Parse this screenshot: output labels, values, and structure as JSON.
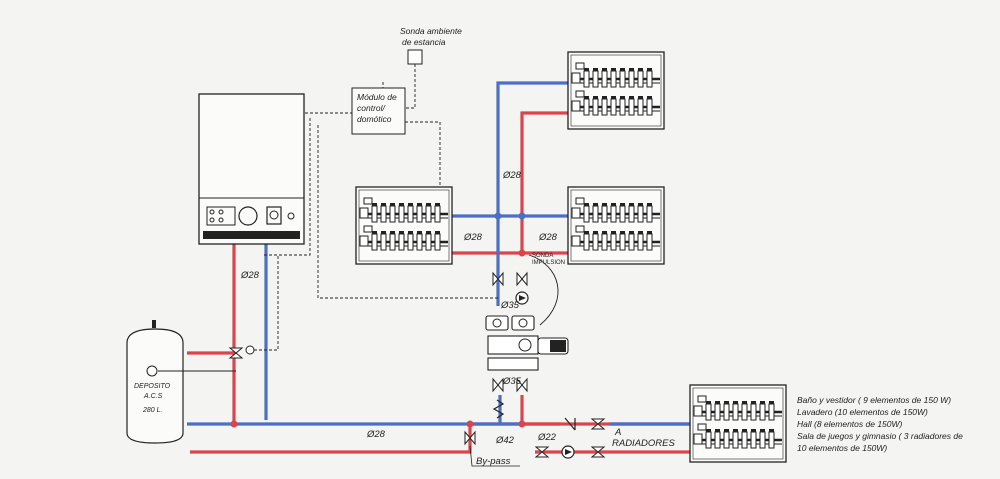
{
  "colors": {
    "supply": "#d9454b",
    "return": "#4a6fc4",
    "line": "#222222",
    "paper": "#f4f4f2"
  },
  "sensor": {
    "line1": "Sonda ambiente",
    "line2": "de estancia"
  },
  "control_module": {
    "line1": "Módulo de",
    "line2": "control/",
    "line3": "domótico"
  },
  "tank": {
    "line1": "DEPOSITO",
    "line2": "A.C.S",
    "line3": "280 L."
  },
  "pipe_labels": {
    "boiler_riser": "Ø28",
    "main_left": "Ø28",
    "upper_riser": "Ø28",
    "branch_left": "Ø28",
    "branch_right": "Ø28",
    "pump_upper": "Ø35",
    "pump_lower": "Ø35",
    "main_mid": "Ø42",
    "radiator_branch": "Ø22"
  },
  "bypass_label": "By-pass",
  "radiator_label": {
    "line1": "A",
    "line2": "RADIADORES"
  },
  "probe_label": {
    "line1": "SONDA",
    "line2": "IMPULSION"
  },
  "notes": [
    "Baño y vestidor ( 9 elementos de 150 W)",
    "Lavadero (10 elementos de 150W)",
    "Hall (8 elementos de 150W)",
    "Sala de juegos y gimnasio ( 3 radiadores de",
    "10 elementos de 150W)"
  ]
}
